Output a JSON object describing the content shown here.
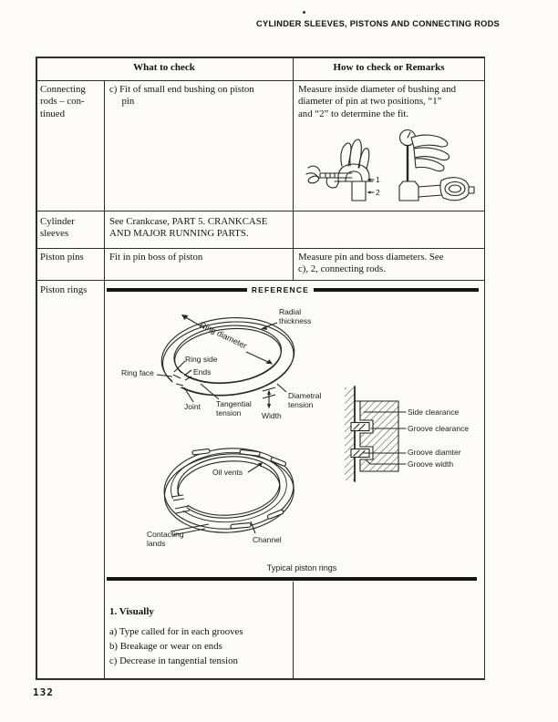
{
  "page": {
    "header_title": "CYLINDER SLEEVES, PISTONS AND CONNECTING RODS",
    "page_number": "132"
  },
  "table": {
    "header": {
      "what": "What to check",
      "how": "How to check or Remarks"
    },
    "rows": {
      "connecting_rods": {
        "item": "Connecting\nrods – con-\ntinued",
        "what": "c) Fit of small end bushing on piston\n     pin",
        "how": "Measure inside diameter of bushing and\ndiameter of pin at two positions, “1”\nand “2” to determine the fit.",
        "figure": {
          "label_1": "1",
          "label_2": "2"
        }
      },
      "cylinder_sleeves": {
        "item": "Cylinder\nsleeves",
        "what": "See Crankcase, PART 5. CRANKCASE\nAND MAJOR RUNNING PARTS.",
        "how": ""
      },
      "piston_pins": {
        "item": "Piston pins",
        "what": "Fit in pin boss of piston",
        "how": "Measure pin and boss diameters. See\nc), 2, connecting rods."
      },
      "piston_rings": {
        "item": "Piston rings"
      }
    }
  },
  "reference": {
    "title": "REFERENCE",
    "caption": "Typical piston rings",
    "ring_diagram": {
      "ring_diameter": "Ring diameter",
      "radial_thickness": "Radial\nthickness",
      "ring_side": "Ring side",
      "ends": "Ends",
      "ring_face": "Ring face",
      "joint": "Joint",
      "tangential_tension": "Tangential\ntension",
      "width": "Width",
      "diametral_tension": "Diametral\ntension"
    },
    "groove_diagram": {
      "side_clearance": "Side clearance",
      "groove_clearance": "Groove clearance",
      "groove_diameter": "Groove diamter",
      "groove_width": "Groove width"
    },
    "oil_ring_diagram": {
      "oil_vents": "Oil vents",
      "contacting_lands": "Contacting\nlands",
      "channel": "Channel"
    }
  },
  "inspection": {
    "heading": "1. Visually",
    "items": [
      "a) Type called for in each grooves",
      "b) Breakage or wear on ends",
      "c) Decrease in tangential tension"
    ]
  }
}
